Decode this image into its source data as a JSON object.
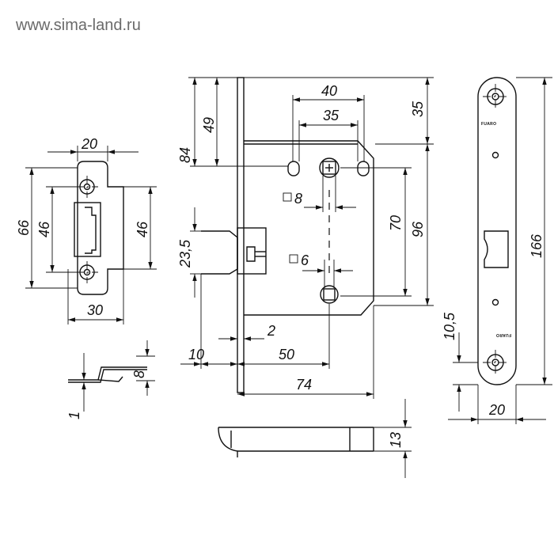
{
  "watermark": "www.sima-land.ru",
  "brand_mark": "FUARO",
  "strike_plate": {
    "width_top": "20",
    "overall_height": "66",
    "hole_spacing": "46",
    "hole_spacing_right": "46",
    "bottom_width": "30"
  },
  "strike_side": {
    "depth": "8",
    "thickness": "1"
  },
  "lock_body": {
    "height_84": "84",
    "height_49": "49",
    "spacing_40": "40",
    "spacing_35": "35",
    "top_35": "35",
    "square_8": "8",
    "square_6": "6",
    "latch_23_5": "23,5",
    "dist_70": "70",
    "dist_96": "96",
    "plate_2": "2",
    "latch_10": "10",
    "backset_50": "50",
    "depth_74": "74",
    "bottom_13": "13"
  },
  "faceplate": {
    "length_166": "166",
    "edge_10_5": "10,5",
    "width_20": "20"
  }
}
